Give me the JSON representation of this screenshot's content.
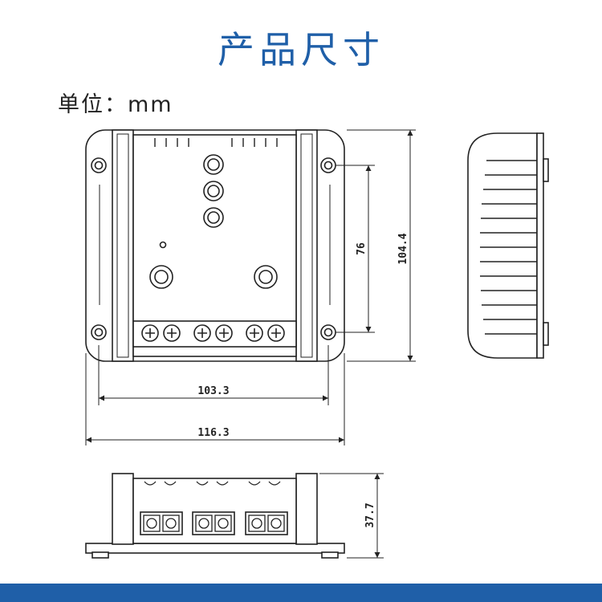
{
  "header": {
    "title": "产品尺寸",
    "unit_label": "单位：mm"
  },
  "dimensions": {
    "inner_width": "103.3",
    "outer_width": "116.3",
    "mount_spacing": "76",
    "outer_height": "104.4",
    "depth": "37.7"
  },
  "colors": {
    "accent": "#1f5fa8",
    "line": "#222222"
  }
}
